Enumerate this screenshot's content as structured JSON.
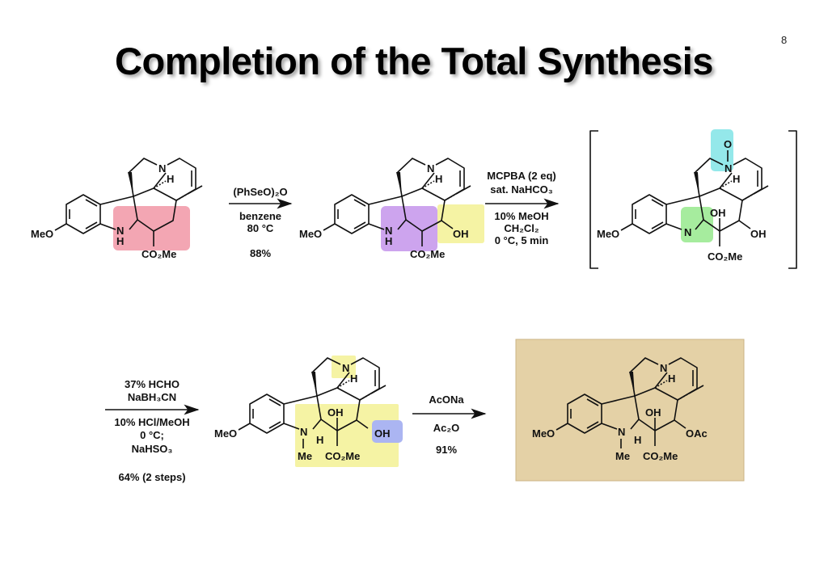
{
  "slide": {
    "title": "Completion of the Total Synthesis",
    "page_number": "8"
  },
  "colors": {
    "pink": "#f3a6b3",
    "purple": "#cda4ee",
    "yellow": "#f5f3a4",
    "cyan": "#94e8ea",
    "green": "#a6ec9e",
    "blue": "#abb5f2",
    "parchment": "#e4d1a6"
  },
  "steps": [
    {
      "above": [
        "(PhSeO)₂O"
      ],
      "below": [
        "benzene",
        "80 °C"
      ],
      "yield": "88%"
    },
    {
      "above": [
        "MCPBA (2 eq)",
        "sat. NaHCO₃"
      ],
      "below": [
        "10% MeOH",
        "CH₂Cl₂",
        "0 °C, 5 min"
      ]
    },
    {
      "above": [
        "37% HCHO",
        "NaBH₃CN"
      ],
      "below": [
        "10% HCl/MeOH",
        "0 °C;",
        "NaHSO₃"
      ],
      "yield": "64% (2 steps)"
    },
    {
      "above": [
        "AcONa"
      ],
      "below": [
        "Ac₂O"
      ],
      "yield": "91%"
    }
  ],
  "atoms": {
    "meo": "MeO",
    "n": "N",
    "h": "H",
    "nh_n": "N",
    "nh_h": "H",
    "co2me": "CO₂Me",
    "oh": "OH",
    "o": "O",
    "me": "Me",
    "oac": "OAc"
  }
}
